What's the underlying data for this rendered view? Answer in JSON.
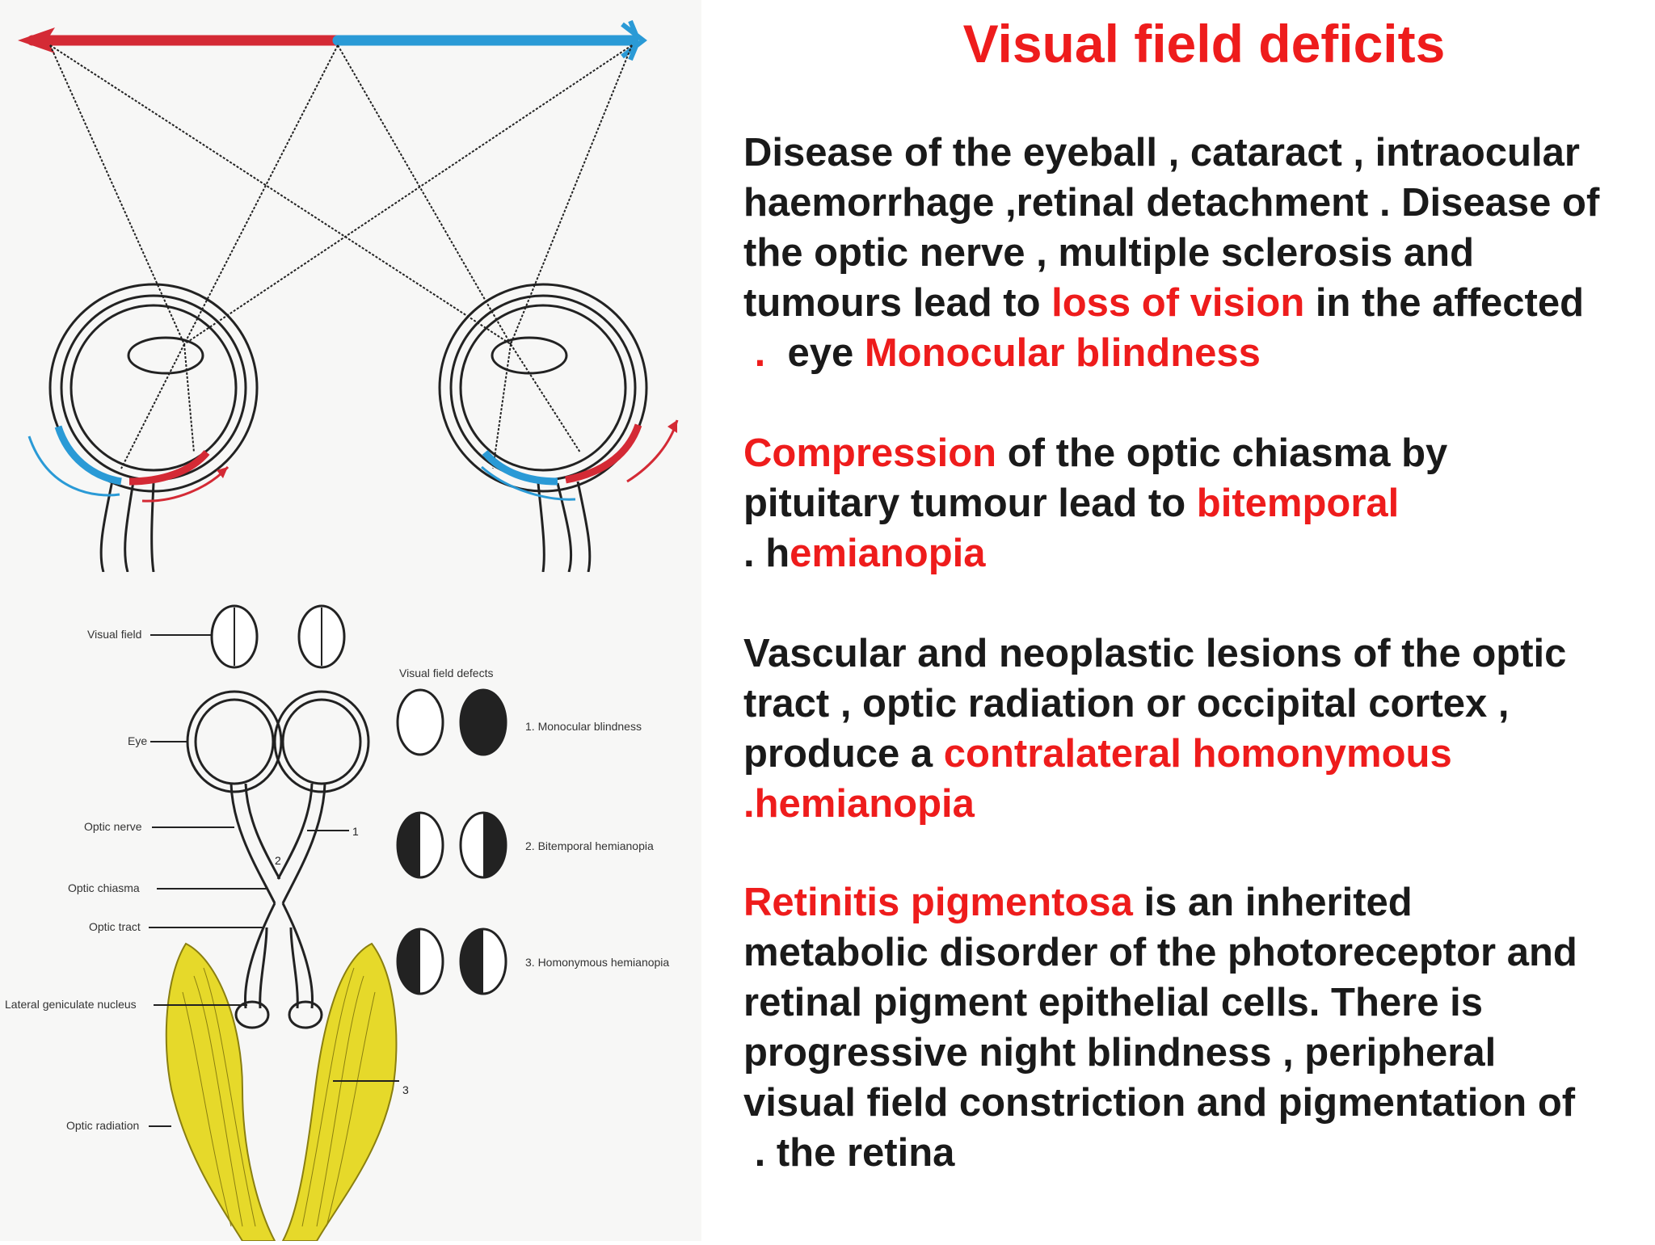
{
  "title": "Visual field deficits",
  "paragraphs": [
    {
      "lines": [
        [
          {
            "t": "Disease of the eyeball , cataract , intraocular"
          }
        ],
        [
          {
            "t": "haemorrhage ,retinal detachment . Disease of"
          }
        ],
        [
          {
            "t": "the optic nerve , multiple sclerosis and"
          }
        ],
        [
          {
            "t": "tumours lead to "
          },
          {
            "t": "loss of vision",
            "hl": true
          },
          {
            "t": " in the affected"
          }
        ],
        [
          {
            "t": " .",
            "hl": true
          },
          {
            "t": "  eye "
          },
          {
            "t": "Monocular blindness",
            "hl": true
          }
        ]
      ]
    },
    {
      "lines": [
        [
          {
            "t": "Compression",
            "hl": true
          },
          {
            "t": " of the optic chiasma by"
          }
        ],
        [
          {
            "t": "pituitary tumour lead to "
          },
          {
            "t": "bitemporal",
            "hl": true
          }
        ],
        [
          {
            "t": ". h"
          },
          {
            "t": "emianopia",
            "hl": true
          }
        ]
      ]
    },
    {
      "lines": [
        [
          {
            "t": "Vascular and neoplastic lesions of the optic"
          }
        ],
        [
          {
            "t": "tract , optic radiation or occipital cortex ,"
          }
        ],
        [
          {
            "t": "produce a "
          },
          {
            "t": "contralateral homonymous",
            "hl": true
          }
        ],
        [
          {
            "t": ".hemianopia",
            "hl": true
          }
        ]
      ]
    },
    {
      "lines": [
        [
          {
            "t": "Retinitis pigmentosa",
            "hl": true
          },
          {
            "t": " is an inherited"
          }
        ],
        [
          {
            "t": "metabolic disorder of the photoreceptor and"
          }
        ],
        [
          {
            "t": "retinal pigment epithelial cells. There is"
          }
        ],
        [
          {
            "t": "progressive night blindness , peripheral"
          }
        ],
        [
          {
            "t": "visual field constriction and pigmentation of"
          }
        ],
        [
          {
            "t": " . the retina"
          }
        ]
      ]
    }
  ],
  "diagram": {
    "labels": {
      "visual_field": "Visual field",
      "eye": "Eye",
      "optic_nerve": "Optic nerve",
      "optic_chiasma": "Optic chiasma",
      "optic_tract": "Optic tract",
      "lgn": "Lateral geniculate nucleus",
      "optic_radiation": "Optic radiation",
      "deficits_header": "Visual field defects",
      "deficit_1": "1. Monocular blindness",
      "deficit_2": "2. Bitemporal hemianopia",
      "deficit_3": "3. Homonymous hemianopia",
      "marker_1": "1",
      "marker_2": "2",
      "marker_3": "3"
    }
  },
  "colors": {
    "highlight": "#ee1c1c",
    "text": "#1a1a1a",
    "temporal_field": "#d42a35",
    "nasal_field": "#2a9ad6",
    "radiation": "#e6d92a"
  }
}
